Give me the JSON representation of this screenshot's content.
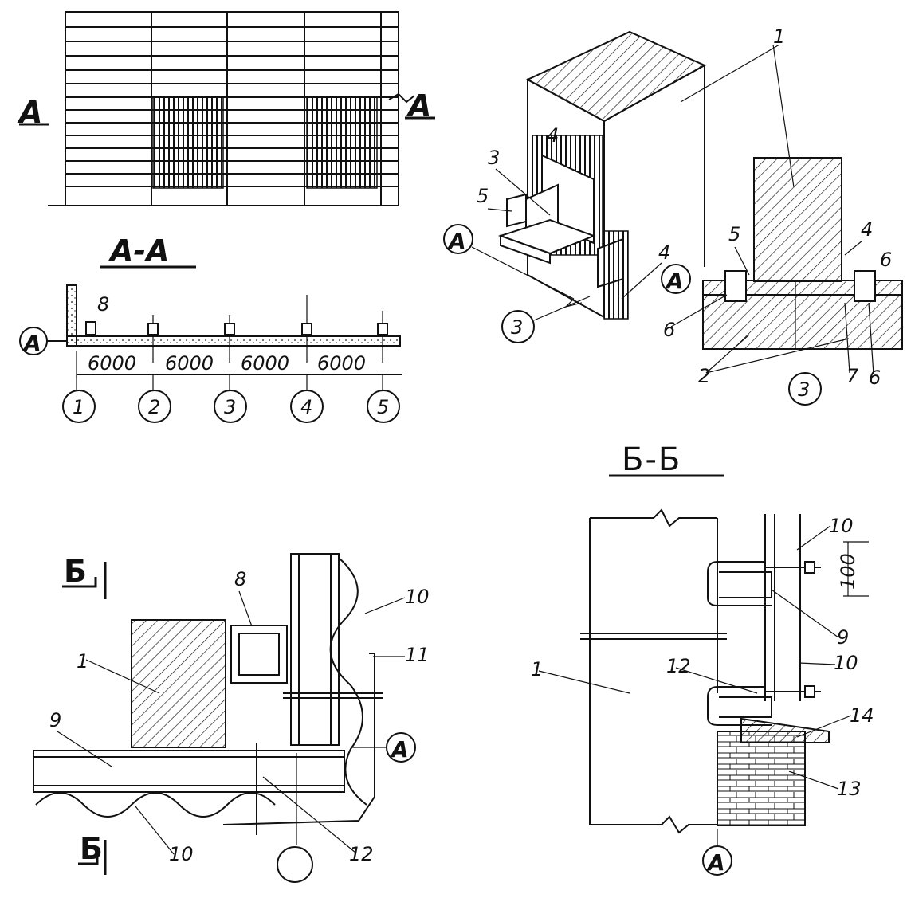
{
  "elevation": {
    "cut_mark_left": "А",
    "cut_mark_right": "А"
  },
  "section_aa": {
    "title": "А-А",
    "axis_mark": "А",
    "callout": "8",
    "spans": [
      "6000",
      "6000",
      "6000",
      "6000"
    ],
    "axes": [
      "1",
      "2",
      "3",
      "4",
      "5"
    ]
  },
  "iso_detail": {
    "callouts": [
      "1",
      "3",
      "4",
      "5",
      "4",
      "5",
      "4",
      "6",
      "6",
      "6",
      "2",
      "7"
    ],
    "axis_mark": "А",
    "ring_label": "3"
  },
  "plan_detail": {
    "cut_top": "Б",
    "cut_bottom": "Б",
    "callouts": [
      "8",
      "10",
      "11",
      "1",
      "9",
      "10",
      "12"
    ],
    "axis_mark": "А"
  },
  "section_bb": {
    "title": "Б-Б",
    "callouts": [
      "10",
      "9",
      "10",
      "12",
      "14",
      "13",
      "1"
    ],
    "dimension": "100",
    "axis_mark": "А"
  }
}
